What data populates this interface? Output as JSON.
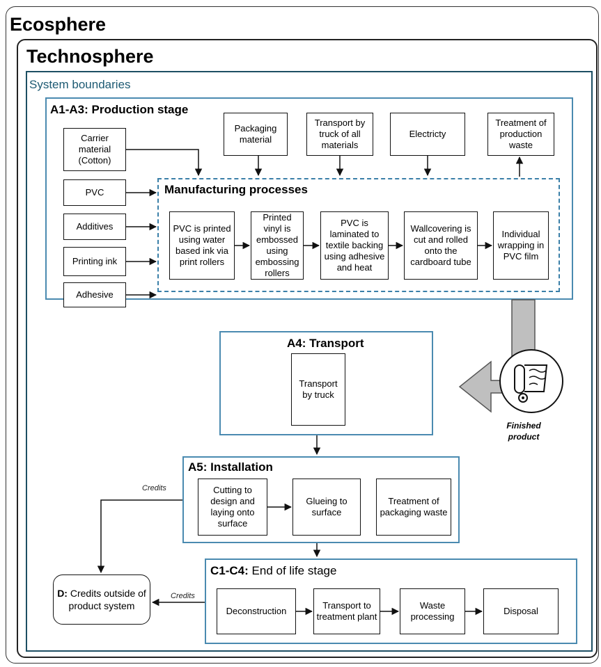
{
  "ecosphere": "Ecosphere",
  "technosphere": "Technosphere",
  "system_boundaries": "System boundaries",
  "production": {
    "title": "A1-A3: Production stage",
    "inputs": [
      "Carrier material (Cotton)",
      "PVC",
      "Additives",
      "Printing ink",
      "Adhesive"
    ],
    "top_inputs": [
      "Packaging material",
      "Transport by truck of all materials",
      "Electricty"
    ],
    "waste": "Treatment of production waste",
    "manufacturing_title": "Manufacturing processes",
    "steps": [
      "PVC is printed using water based ink via print rollers",
      "Printed vinyl is embossed using embossing rollers",
      "PVC is laminated to textile backing using adhesive and heat",
      "Wallcovering is cut and rolled onto the cardboard tube",
      "Individual wrapping in PVC film"
    ]
  },
  "transport": {
    "title": "A4: Transport",
    "box": "Transport by truck"
  },
  "finished_product": "Finished product",
  "installation": {
    "title": "A5: Installation",
    "boxes": [
      "Cutting to design and laying onto surface",
      "Glueing to surface",
      "Treatment of packaging waste"
    ]
  },
  "end_of_life": {
    "title_bold": "C1-C4:",
    "title_rest": " End of life stage",
    "boxes": [
      "Deconstruction",
      "Transport to treatment plant",
      "Waste processing",
      "Disposal"
    ]
  },
  "credits_box": {
    "bold": "D:",
    "rest": " Credits outside of product system"
  },
  "credits_label": "Credits"
}
